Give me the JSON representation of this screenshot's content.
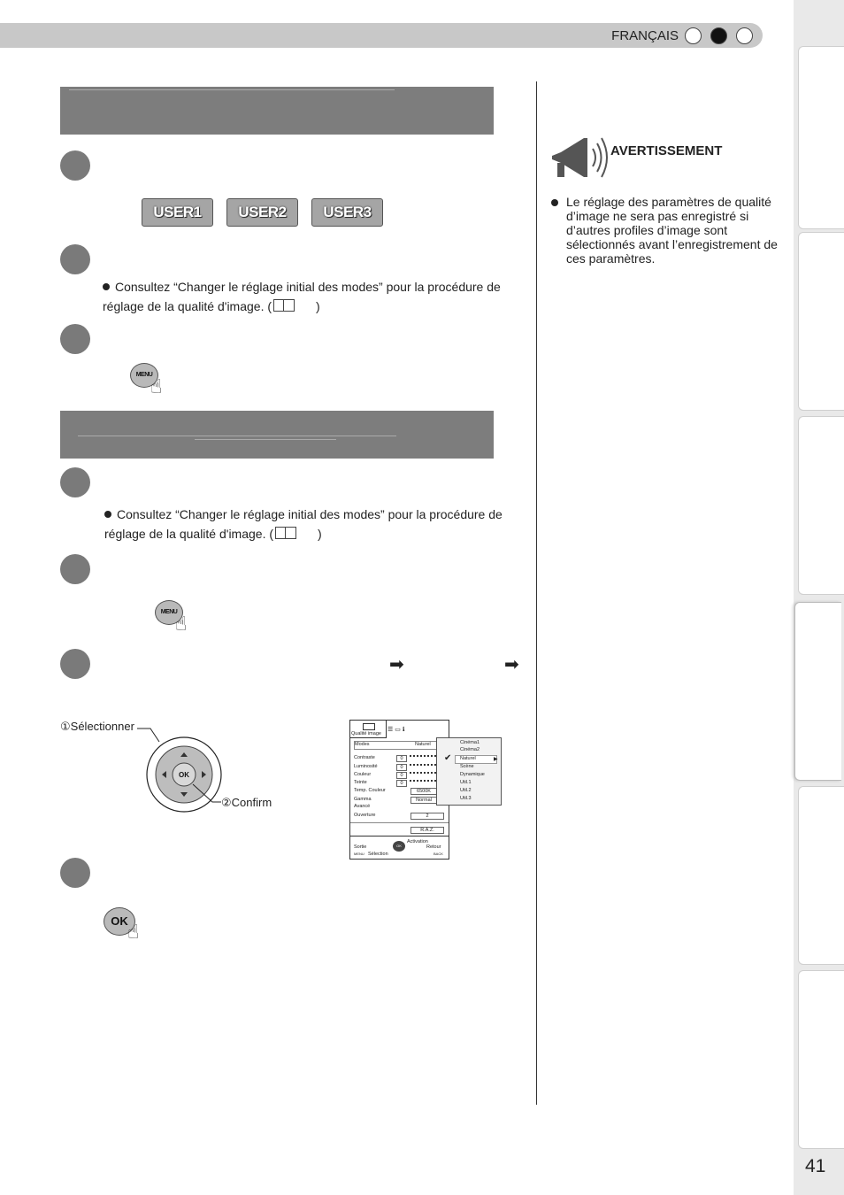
{
  "header": {
    "language": "FRANÇAIS",
    "dots": [
      false,
      true,
      false
    ]
  },
  "page_number": "41",
  "user_buttons": [
    "USER1",
    "USER2",
    "USER3"
  ],
  "section1": {
    "note": "Consultez “Changer le réglage initial des modes” pour la procédure de réglage de la qualité d'image. (",
    "note_close": ")",
    "menu_label": "MENU"
  },
  "section2": {
    "note": "Consultez “Changer le réglage initial des modes” pour la procédure de réglage de la qualité d'image. (",
    "note_close": ")",
    "menu_label": "MENU",
    "select_label": "①Sélectionner",
    "confirm_label": "②Confirm",
    "ok_label": "OK",
    "ok_button": "OK"
  },
  "warning": {
    "title": "AVERTISSEMENT",
    "text": "Le réglage des paramètres de qualité d’image ne sera pas enregistré si d’autres profiles d’image sont sélectionnés avant l’enregistrement de ces paramètres."
  },
  "menu_screen": {
    "title": "Qualité image",
    "modes_label": "Modes",
    "modes_value": "Naturel",
    "rows": [
      {
        "label": "Contraste",
        "value": "0"
      },
      {
        "label": "Luminosité",
        "value": "0"
      },
      {
        "label": "Couleur",
        "value": "0"
      },
      {
        "label": "Teinte",
        "value": "0"
      },
      {
        "label": "Temp. Couleur",
        "value": "6500K"
      },
      {
        "label": "Gamma",
        "value": "Normal"
      },
      {
        "label": "Avancé",
        "value": ""
      },
      {
        "label": "Ouverture",
        "value": "2"
      }
    ],
    "reset": "R.A.Z.",
    "footer": {
      "exit": "Sortie",
      "exit_key": "MENU",
      "select": "Sélection",
      "activate": "Activation",
      "back": "Retour",
      "back_key": "BACK"
    },
    "options": [
      "Cinéma1",
      "Cinéma2",
      "Naturel",
      "Scène",
      "Dynamique",
      "Util.1",
      "Util.2",
      "Util.3"
    ],
    "selected_option": "Naturel"
  }
}
